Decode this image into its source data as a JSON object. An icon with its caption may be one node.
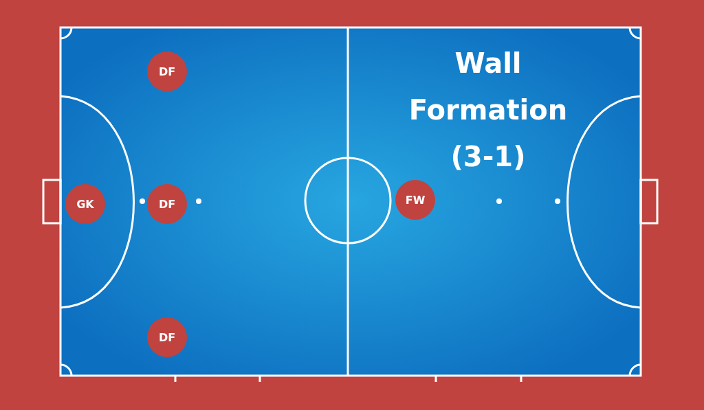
{
  "diagram": {
    "title": "Wall Formation (3-1)",
    "nodes": [
      {
        "text": [
          "DF"
        ]
      },
      {
        "text": [
          "GK"
        ]
      },
      {
        "text": [
          "DF"
        ]
      },
      {
        "text": [
          "FW"
        ]
      },
      {
        "text": [
          "DF"
        ]
      }
    ]
  }
}
